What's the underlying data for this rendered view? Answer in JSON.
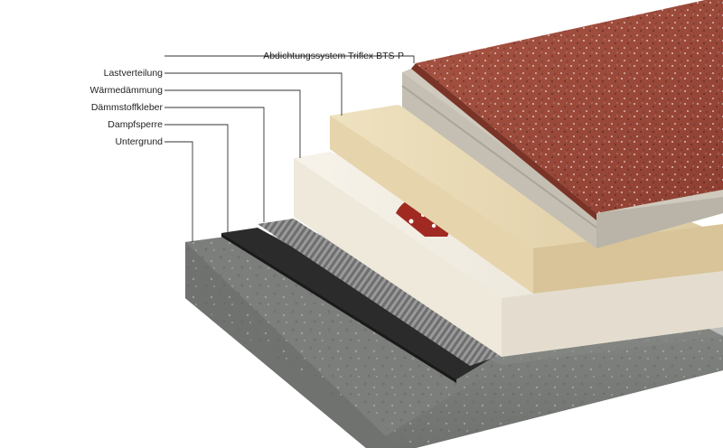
{
  "layers": [
    {
      "label": "Abdichtungssystem Triflex BTS-P"
    },
    {
      "label": "Lastverteilung"
    },
    {
      "label": "Wärmedämmung"
    },
    {
      "label": "Dämmstoffkleber"
    },
    {
      "label": "Dampfsperre"
    },
    {
      "label": "Untergrund"
    }
  ],
  "colors": {
    "coating": "#9c4a3a",
    "screed": "#c9c4b8",
    "board": "#e8d9b5",
    "insulation": "#f2ede2",
    "adhesive": "#8a8a8a",
    "vapour_barrier": "#2b2b2b",
    "substrate": "#8d908c",
    "leader": "#333333",
    "accent": "#a02a22"
  }
}
